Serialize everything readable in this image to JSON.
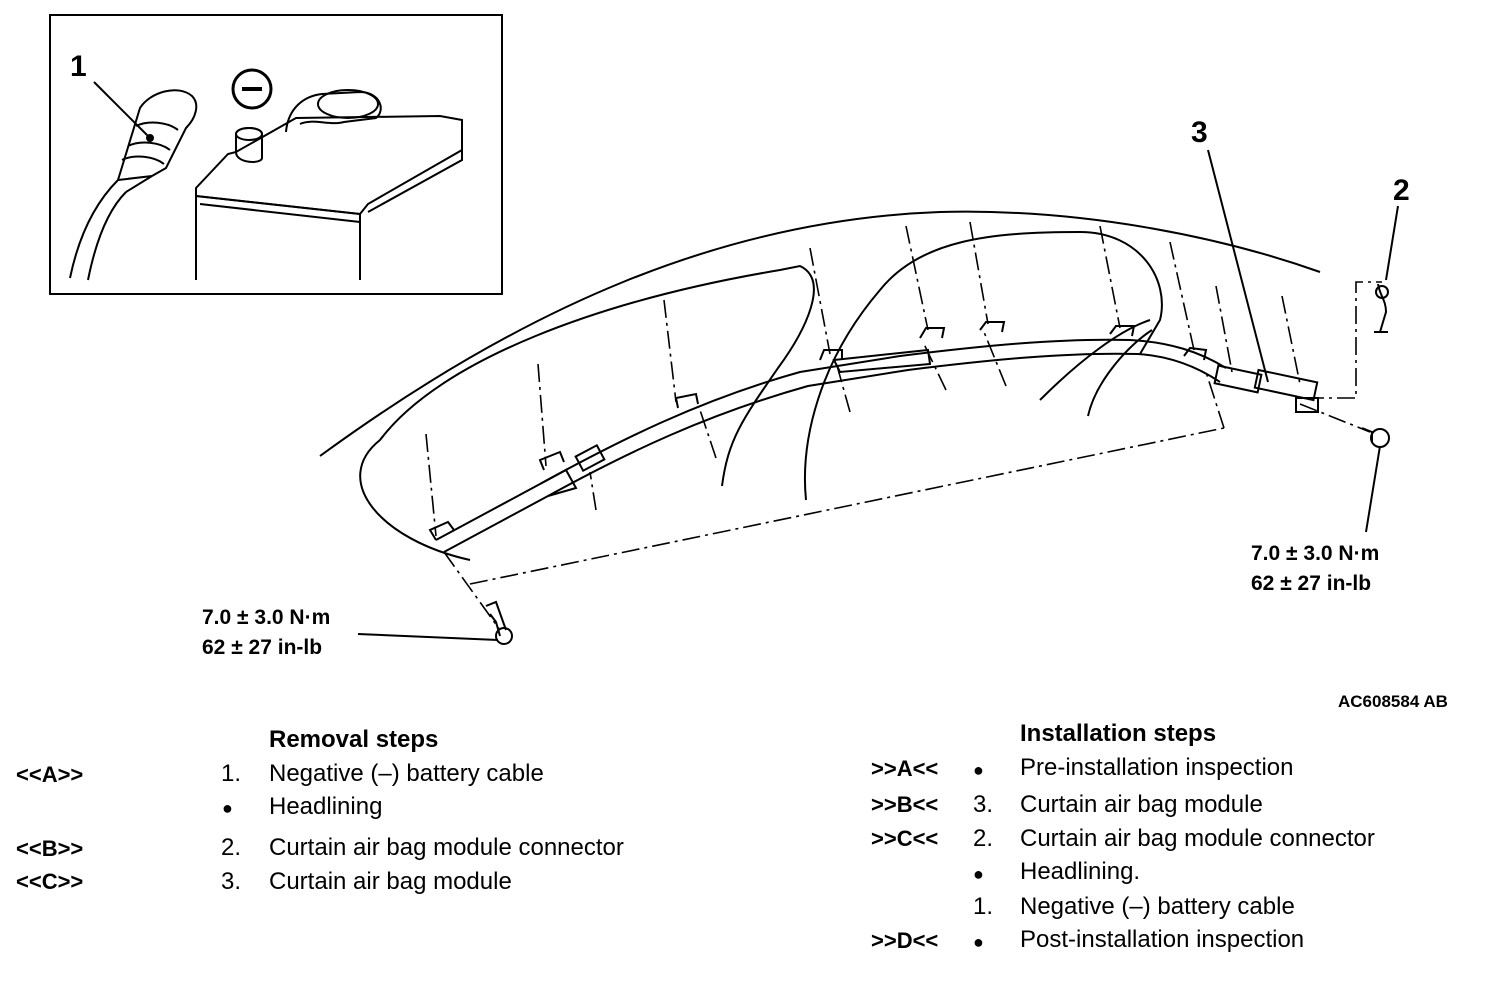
{
  "figure": {
    "callouts": {
      "c1": "1",
      "c2": "2",
      "c3": "3"
    },
    "minus_symbol": "–",
    "torque_left": {
      "line1": "7.0 ± 3.0 N·m",
      "line2": "62 ± 27 in-lb"
    },
    "torque_right": {
      "line1": "7.0 ± 3.0 N·m",
      "line2": "62 ± 27 in-lb"
    },
    "figure_code": "AC608584 AB"
  },
  "removal": {
    "heading": "Removal steps",
    "rows": [
      {
        "code": "<<A>>",
        "num": "1.",
        "text": "Negative (–) battery cable"
      },
      {
        "code": "",
        "num": "●",
        "text": "Headlining"
      },
      {
        "code": "<<B>>",
        "num": "2.",
        "text": "Curtain air bag module connector"
      },
      {
        "code": "<<C>>",
        "num": "3.",
        "text": "Curtain air bag module"
      }
    ]
  },
  "installation": {
    "heading": "Installation steps",
    "rows": [
      {
        "code": ">>A<<",
        "num": "●",
        "text": "Pre-installation inspection"
      },
      {
        "code": ">>B<<",
        "num": "3.",
        "text": "Curtain air bag module"
      },
      {
        "code": ">>C<<",
        "num": "2.",
        "text": "Curtain air bag module connector"
      },
      {
        "code": "",
        "num": "●",
        "text": "Headlining."
      },
      {
        "code": "",
        "num": "1.",
        "text": "Negative (–) battery cable"
      },
      {
        "code": ">>D<<",
        "num": "●",
        "text": "Post-installation inspection"
      }
    ]
  }
}
